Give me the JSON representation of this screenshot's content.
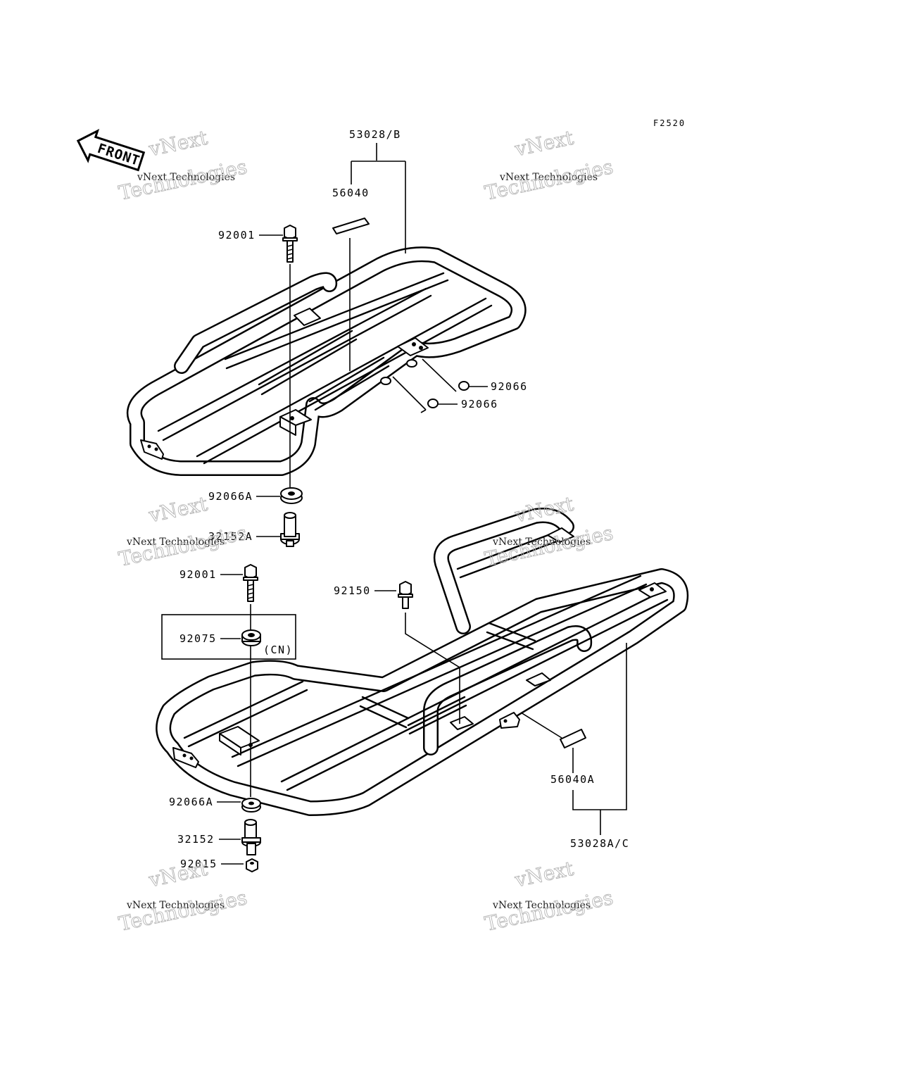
{
  "diagram": {
    "figure_code": "F2520",
    "front_label": "FRONT",
    "watermark": {
      "line1": "vNext",
      "line2": "vNext Technologies",
      "line3": "Technologies"
    },
    "labels": {
      "p53028B": "53028/B",
      "p56040": "56040",
      "p92001_top": "92001",
      "p92066_upper": "92066",
      "p92066_lower": "92066",
      "p92066A_top": "92066A",
      "p32152A": "32152A",
      "p92001_bottom": "92001",
      "p92150": "92150",
      "p92075": "92075",
      "cn": "(CN)",
      "p92066A_bottom": "92066A",
      "p32152": "32152",
      "p92015": "92015",
      "p56040A": "56040A",
      "p53028AC": "53028A/C"
    }
  }
}
